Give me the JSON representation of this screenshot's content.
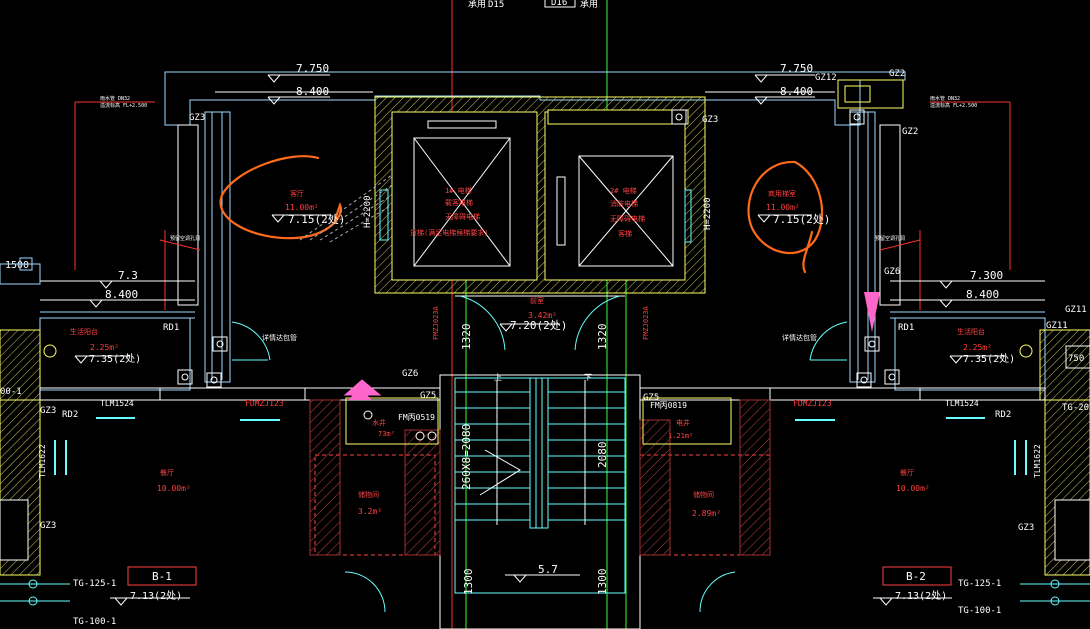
{
  "drawing": {
    "top_labels": [
      "D15",
      "D16"
    ],
    "elevations": {
      "top_left_1": "7.750",
      "top_left_2": "8.400",
      "top_right_1": "7.750",
      "top_right_2": "8.400",
      "mid_left_1": "7.3",
      "mid_left_2": "8.400",
      "mid_right_1": "7.300",
      "mid_right_2": "8.400",
      "stair_bottom": "5.7",
      "left_far": "1500"
    },
    "grid_codes": {
      "gz3_left_top": "GZ3",
      "gz3_center": "GZ3",
      "gz12": "GZ12",
      "gz2_a": "GZ2",
      "gz2_b": "GZ2",
      "gz6_right": "GZ6",
      "gz6_left": "GZ6",
      "gz5_left": "GZ5",
      "gz5_right": "GZ5",
      "gz3_left_mid": "GZ3",
      "gz3_left_low": "GZ3",
      "gz3_right_low": "GZ3",
      "gz11": "GZ11",
      "rd1_left": "RD1",
      "rd1_right": "RD1",
      "rd2_left": "RD2",
      "rd2_right": "RD2",
      "tlm1524_left": "TLM1524",
      "tlm1524_right": "TLM1524",
      "tlm1622_left": "TLM1622",
      "tlm1622_right": "TLM1622",
      "fdm_left": "FDMZJ123",
      "fdm_right": "FDMZJ123",
      "fm_left": "FM丙0519",
      "fm_right": "FM丙0819",
      "fmz_left": "FMZJ023A",
      "fmz_right": "FMZJ023A",
      "tg125_left": "TG-125-1",
      "tg100_left": "TG-100-1",
      "tg125_right": "TG-125-1",
      "tg100_right": "TG-100-1",
      "tg20_right": "TG-20"
    },
    "rooms": {
      "left_hall_area": "11.00m²",
      "left_hall_level": "7.15(2处)",
      "right_hall_area": "11.00m²",
      "right_hall_level": "7.15(2处)",
      "left_balcony_area": "2.25m²",
      "left_balcony_level": "7.35(2处)",
      "right_balcony_area": "2.25m²",
      "right_balcony_level": "7.35(2处)",
      "stair_landing_level": "7.20(2处)",
      "stair_landing_area": "3.42m²",
      "left_lobby_area": "10.00m²",
      "right_lobby_area": "10.00m²",
      "left_small_area": "3.2m²",
      "right_small_area": "2.89m²",
      "water_room_area": "73m²",
      "power_room_area": "1.21m²",
      "b1_level": "7.13(2处)",
      "b2_level": "7.13(2处)"
    },
    "labels": {
      "pipe_left": "详情达包管",
      "pipe_right": "详情达包管",
      "h2200_left": "H=2200",
      "h2200_right": "H=2200",
      "dim_1320_left": "1320",
      "dim_1320_right": "1320",
      "stair_spec": "260X8=2080",
      "stair_2080": "2080",
      "dim_1300_left": "1300",
      "dim_1300_right": "1300",
      "up": "上",
      "down": "下",
      "b1": "B-1",
      "b2": "B-2",
      "right_750": "750",
      "left_600": "00-1"
    }
  }
}
